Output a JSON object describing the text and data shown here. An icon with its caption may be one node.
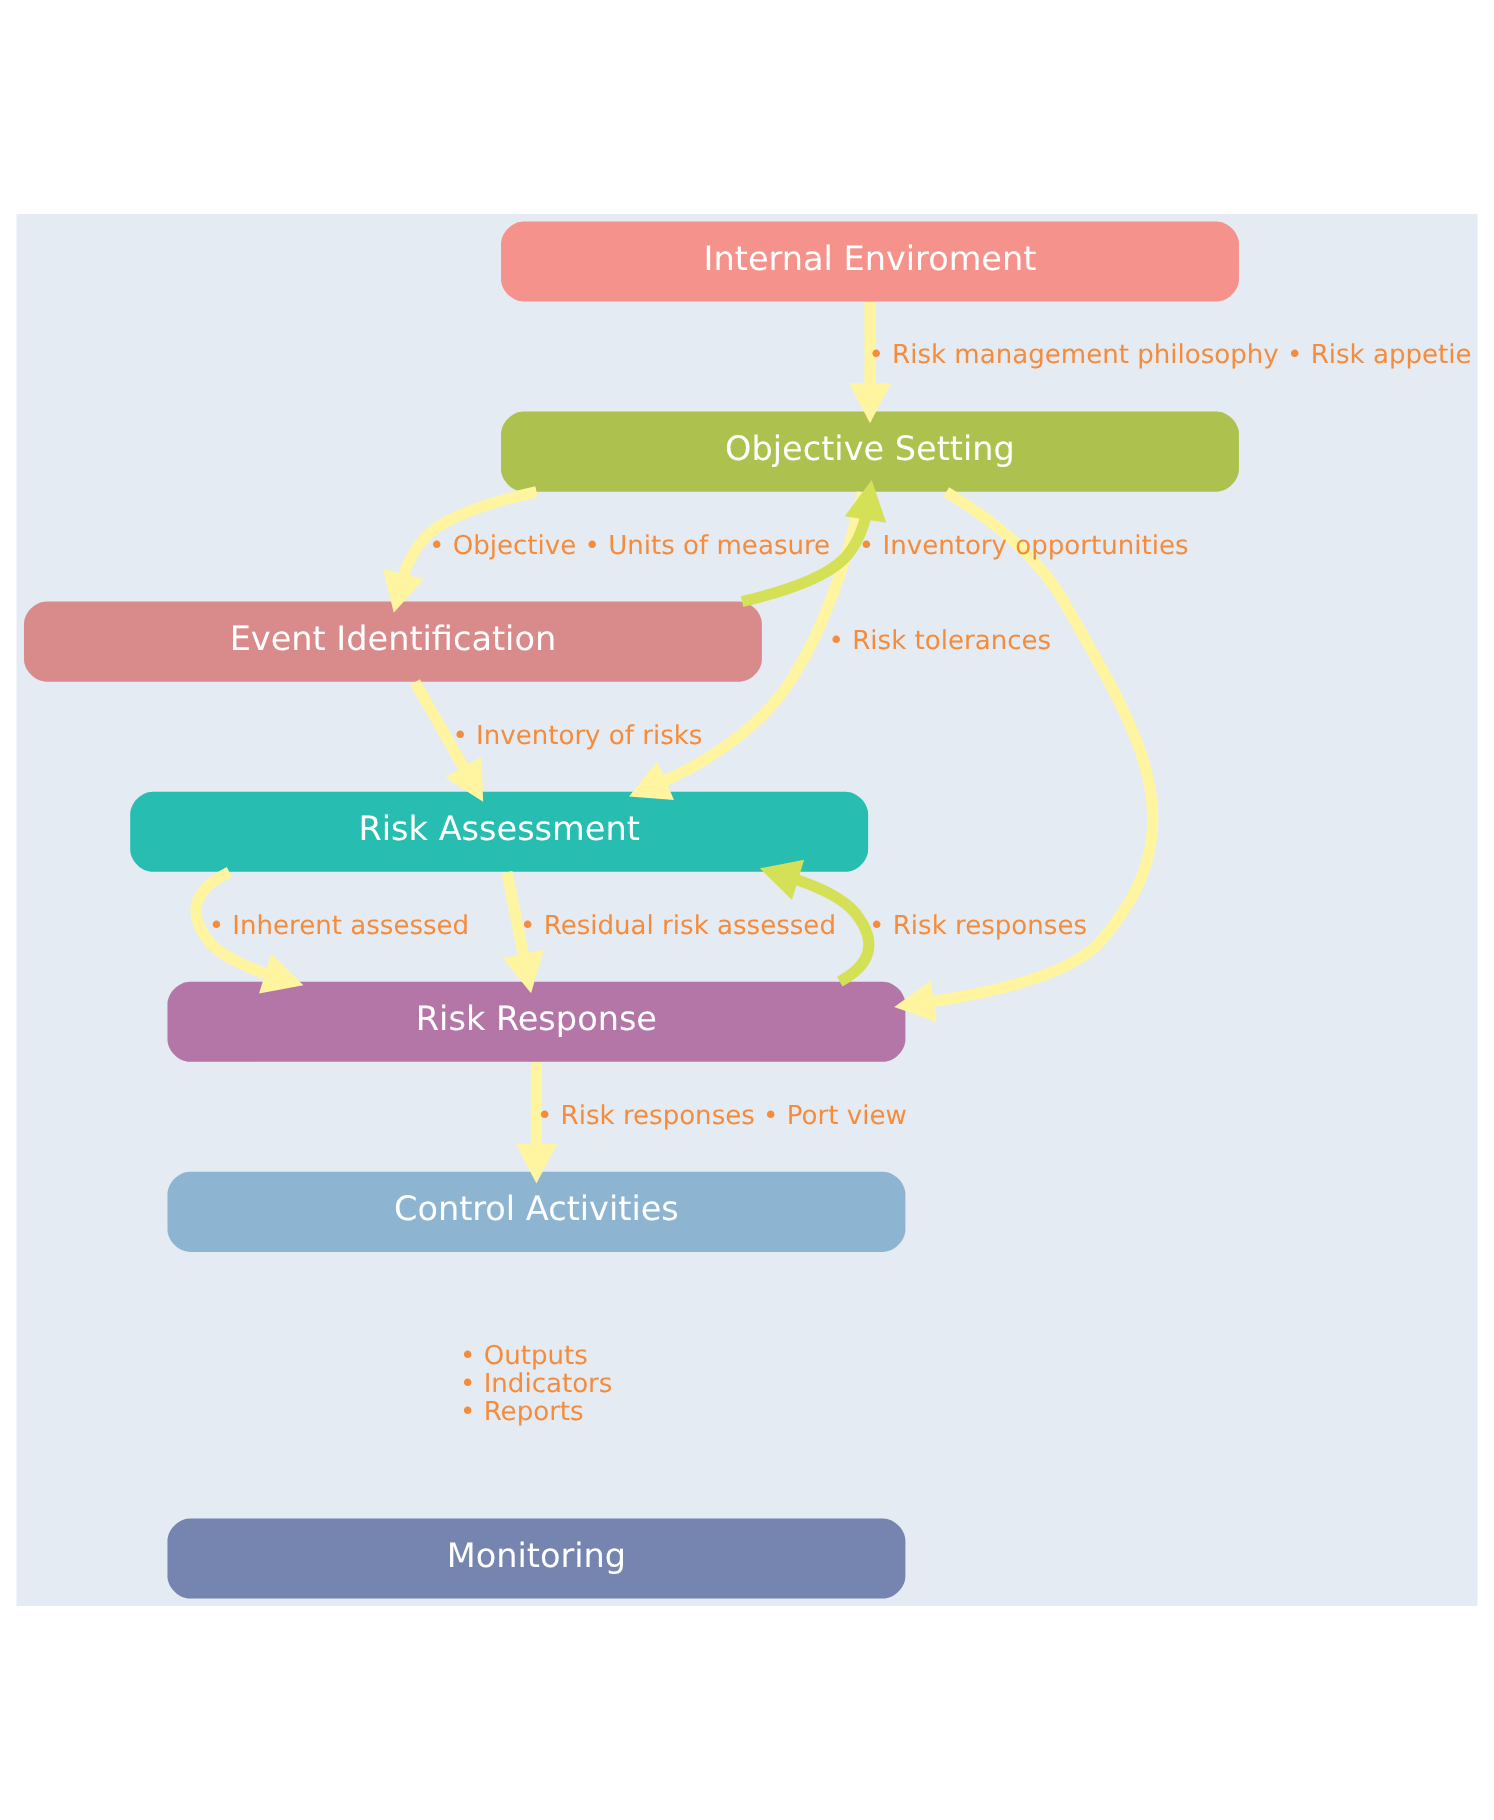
{
  "diagram": {
    "nodes": [
      {
        "text": [
          "Internal Enviroment"
        ]
      },
      {
        "text": [
          "Objective Setting"
        ]
      },
      {
        "text": [
          "Event Identification"
        ]
      },
      {
        "text": [
          "Risk Assessment"
        ]
      },
      {
        "text": [
          "Risk Response"
        ]
      },
      {
        "text": [
          "Control Activities"
        ]
      },
      {
        "text": [
          "Monitoring"
        ]
      }
    ],
    "edges": [
      {
        "from": 0,
        "to": 1,
        "arrow": "to",
        "label": "• Risk management philosophy • Risk appetie"
      },
      {
        "from": 1,
        "to": 2,
        "arrow": "to",
        "label": "• Objective • Units of measure"
      },
      {
        "from": 2,
        "to": 1,
        "arrow": "to",
        "label": "• Inventory opportunities",
        "color": "#d4e157"
      },
      {
        "from": 1,
        "to": 3,
        "arrow": "to",
        "label": "• Risk tolerances"
      },
      {
        "from": 1,
        "to": 4,
        "arrow": "to"
      },
      {
        "from": 2,
        "to": 3,
        "arrow": "to",
        "label": "• Inventory of risks"
      },
      {
        "from": 3,
        "to": 4,
        "arrow": "to",
        "label": "• Inherent assessed"
      },
      {
        "from": 4,
        "to": 3,
        "arrow": "to",
        "label": "• Risk responses",
        "color": "#d4e157"
      },
      {
        "from": 3,
        "to": 4,
        "arrow": "to",
        "label": "• Residual risk assessed"
      },
      {
        "from": 4,
        "to": 5,
        "arrow": "to",
        "label": "• Risk responses • Port view"
      }
    ],
    "labels": [
      "• Outputs",
      "• Indicators",
      "• Reports"
    ]
  }
}
